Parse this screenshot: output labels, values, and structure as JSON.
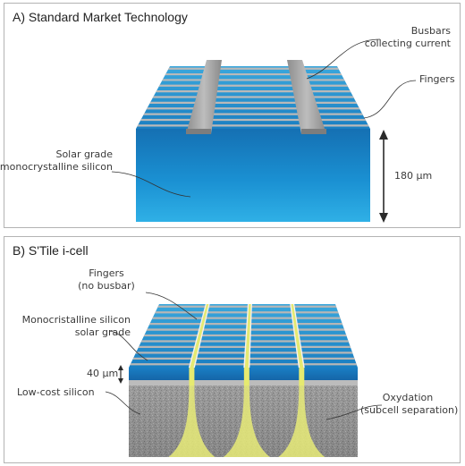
{
  "panel_a": {
    "title": "A)   Standard Market Technology",
    "busbars_line1": "Busbars",
    "busbars_line2": "collecting current",
    "fingers": "Fingers",
    "silicon_line1": "Solar grade",
    "silicon_line2": "monocrystalline silicon",
    "thickness": "180 µm"
  },
  "panel_b": {
    "title": "B)   S'Tile i-cell",
    "fingers_line1": "Fingers",
    "fingers_line2": "(no busbar)",
    "mono_line1": "Monocristalline silicon",
    "mono_line2": "solar grade",
    "thickness": "40 µm",
    "lowcost": "Low-cost silicon",
    "oxy_line1": "Oxydation",
    "oxy_line2": "(subcell separation)"
  },
  "colors": {
    "wafer_blue": "#1a8fd0",
    "finger_grey": "#b8b8b8",
    "busbar_grey": "#9e9e9e",
    "oxidation_yellow": "#e8ec7a",
    "substrate_grey": "#9a9a9a"
  }
}
